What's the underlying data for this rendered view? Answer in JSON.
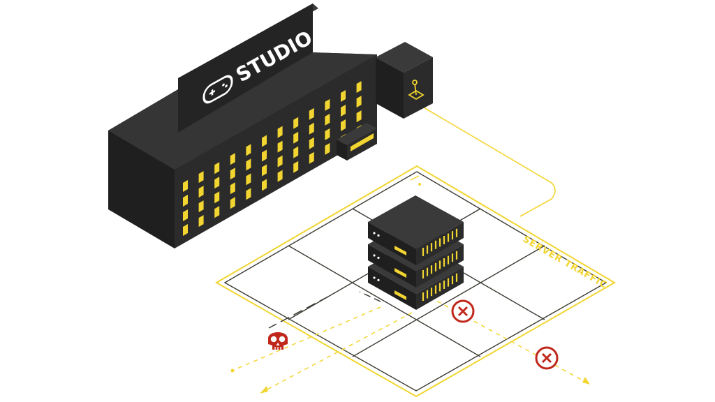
{
  "sign": {
    "label": "STUDIO",
    "icon": "gamepad-icon"
  },
  "annex_icon": "joystick-icon",
  "grid_label": "SERVER TRAFFIC",
  "server_rack": {
    "units": 3
  },
  "markers": [
    {
      "icon": "skull-icon"
    },
    {
      "icon": "x-circle-icon"
    },
    {
      "icon": "x-circle-icon"
    }
  ],
  "colors": {
    "dark": "#2b2b2b",
    "dark_top": "#3a3a3a",
    "dark_side": "#1f1f1f",
    "accent": "#f2d530",
    "grid_line": "#3a3a32",
    "danger": "#c0281c",
    "background": "#ffffff"
  }
}
